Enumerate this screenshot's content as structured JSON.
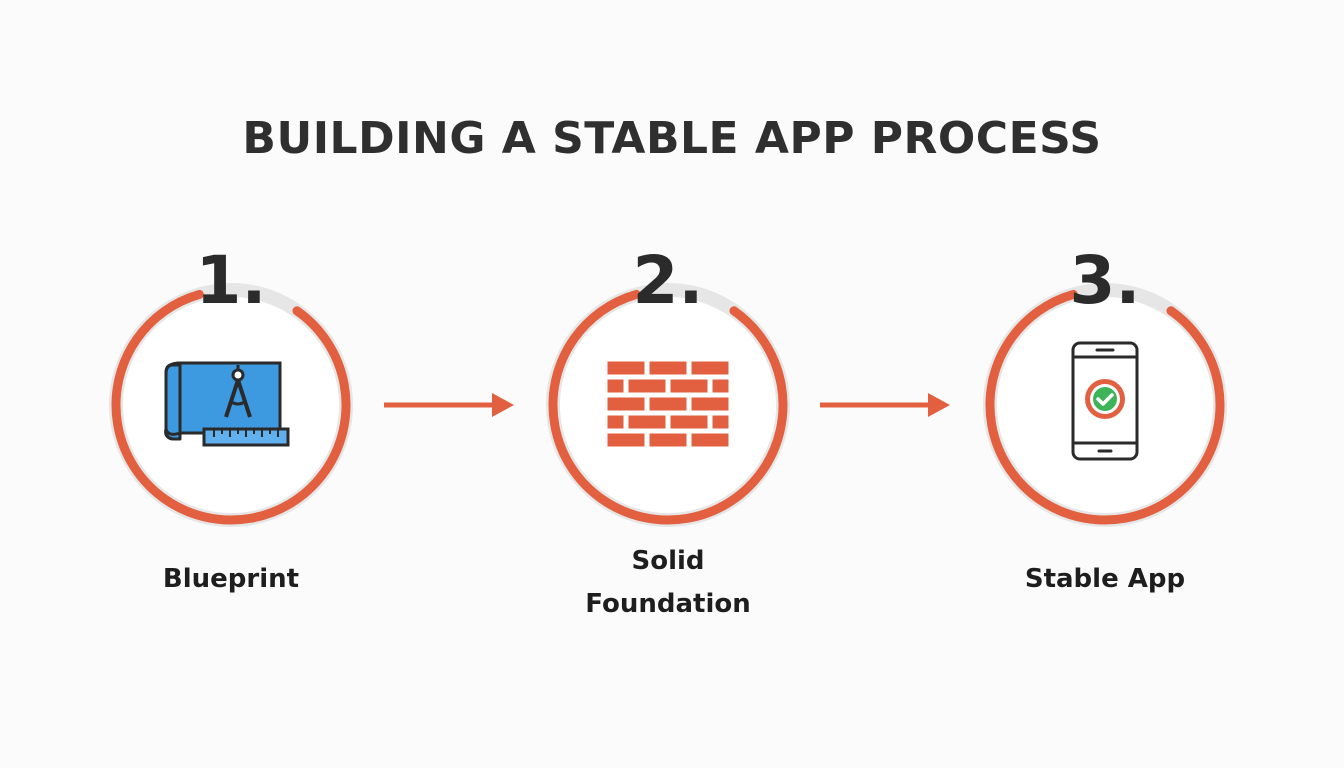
{
  "title": "BUILDING A STABLE APP PROCESS",
  "colors": {
    "accent": "#e2603f",
    "ring_track": "#e6e6e6",
    "circle_fill": "#ffffff",
    "blueprint_blue": "#3d9ae0",
    "outline": "#2a2a2a",
    "check_green": "#3fb35a"
  },
  "steps": [
    {
      "number": "1.",
      "label": "Blueprint",
      "icon": "blueprint-icon"
    },
    {
      "number": "2.",
      "label": "Solid\nFoundation",
      "icon": "brick-wall-icon"
    },
    {
      "number": "3.",
      "label": "Stable App",
      "icon": "smartphone-check-icon"
    }
  ]
}
